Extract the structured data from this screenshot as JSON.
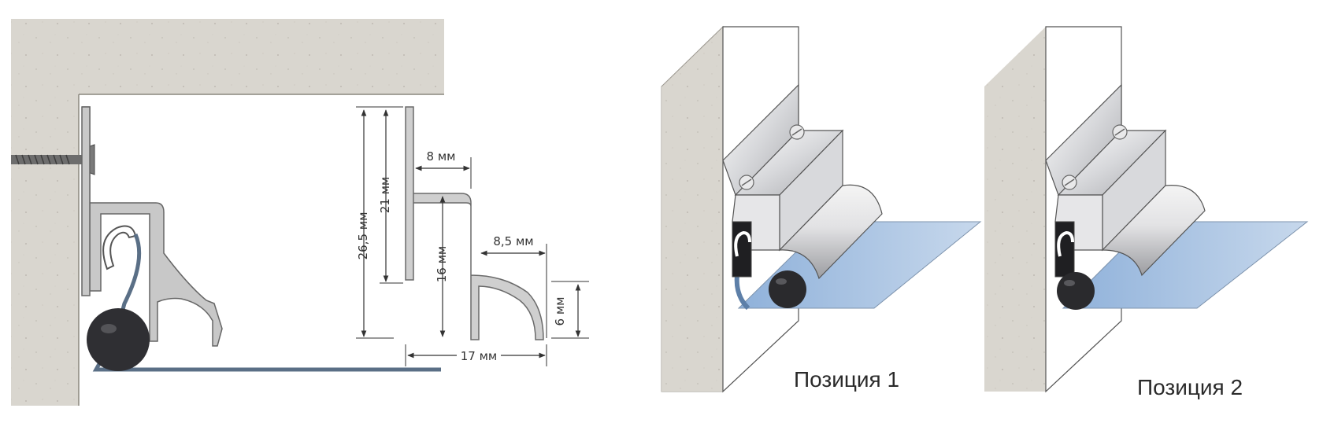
{
  "colors": {
    "concrete": "#d9d6cf",
    "concrete_dark": "#b9b5ad",
    "profile_fill": "#c9c9c9",
    "profile_stroke": "#6a6a6a",
    "bead": "#2f2f33",
    "membrane": "#5a6f86",
    "membrane_light": "#a9c1de",
    "metal_light": "#f0f0f0",
    "metal_mid": "#cfd0d3",
    "arrow": "#333333"
  },
  "dimensions": {
    "total_height": "26,5 мм",
    "upper_height": "21 мм",
    "top_offset": "8 мм",
    "lower_height": "16 мм",
    "lip_offset": "8,5 мм",
    "hook_height": "6 мм",
    "total_width": "17 мм"
  },
  "captions": {
    "position1": "Позиция 1",
    "position2": "Позиция 2"
  }
}
